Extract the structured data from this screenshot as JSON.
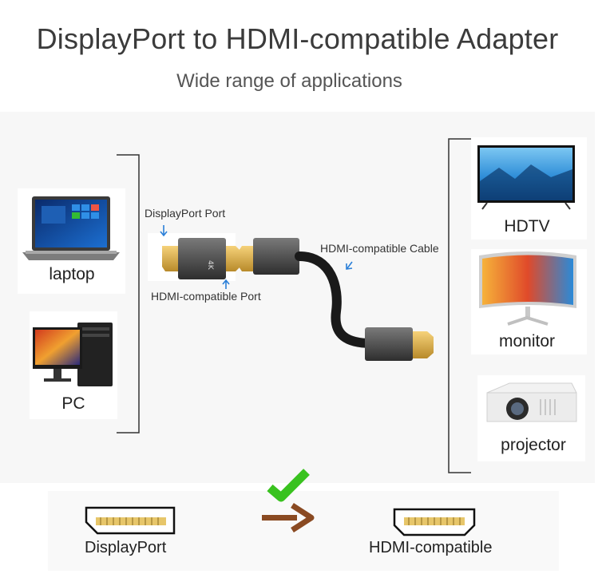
{
  "header": {
    "title": "DisplayPort to HDMI-compatible Adapter",
    "subtitle": "Wide range of applications"
  },
  "sources": [
    {
      "label": "laptop",
      "icon": "laptop-icon"
    },
    {
      "label": "PC",
      "icon": "pc-icon"
    }
  ],
  "adapter": {
    "displayport_port_label": "DisplayPort Port",
    "hdmi_port_label": "HDMI-compatible Port",
    "cable_label": "HDMI-compatible Cable",
    "badge": "4K"
  },
  "displays": [
    {
      "label": "HDTV",
      "icon": "hdtv-icon"
    },
    {
      "label": "monitor",
      "icon": "monitor-icon"
    },
    {
      "label": "projector",
      "icon": "projector-icon"
    }
  ],
  "direction": {
    "from_label": "DisplayPort",
    "to_label": "HDMI-compatible",
    "check_color": "#39c21f",
    "arrow_color": "#8a4a22"
  }
}
